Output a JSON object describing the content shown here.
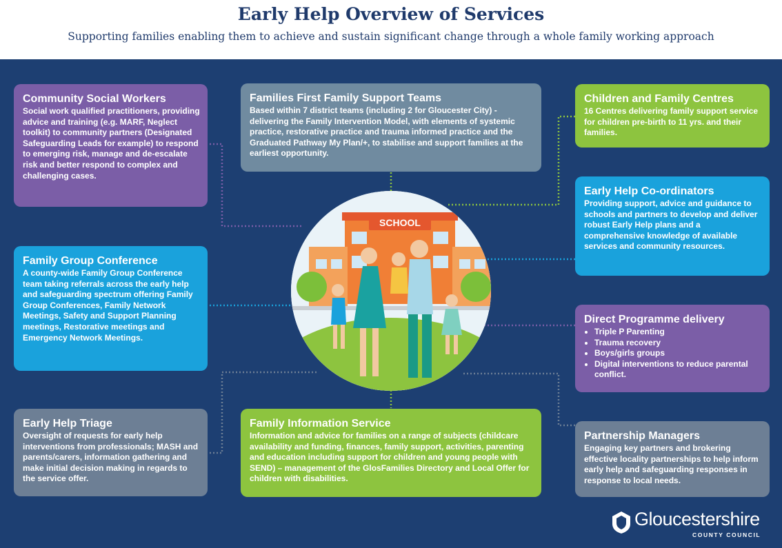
{
  "header": {
    "title": "Early Help Overview of Services",
    "subtitle": "Supporting families enabling them to achieve and sustain significant change through a whole family working approach"
  },
  "illustration": {
    "sign": "SCHOOL"
  },
  "cards": {
    "community_social_workers": {
      "title": "Community Social Workers",
      "body": "Social work qualified practitioners, providing advice and training (e.g. MARF, Neglect toolkit) to community partners (Designated Safeguarding Leads for example) to respond to emerging risk, manage and de-escalate risk and better respond to complex and challenging cases."
    },
    "families_first": {
      "title": "Families First Family Support Teams",
      "body": "Based within 7 district teams (including 2 for Gloucester City) - delivering the Family Intervention Model, with elements of systemic practice, restorative practice and trauma informed practice and the Graduated Pathway My Plan/+, to stabilise and support families at the earliest opportunity."
    },
    "children_family_centres": {
      "title": "Children and Family Centres",
      "body": "16 Centres delivering family support service for children pre-birth to 11 yrs. and their families."
    },
    "early_help_coordinators": {
      "title": "Early Help Co-ordinators",
      "body": "Providing support, advice and guidance to schools and partners to develop and deliver robust Early Help plans and a comprehensive knowledge of available services and community resources."
    },
    "family_group_conference": {
      "title": "Family Group Conference",
      "body": "A county-wide Family Group Conference team taking referrals across the early help and safeguarding spectrum offering Family Group Conferences, Family Network Meetings, Safety and Support Planning meetings, Restorative meetings and Emergency Network Meetings."
    },
    "direct_programme": {
      "title": "Direct Programme delivery",
      "items": [
        "Triple P Parenting",
        "Trauma recovery",
        "Boys/girls groups",
        "Digital interventions to reduce parental conflict."
      ]
    },
    "early_help_triage": {
      "title": "Early Help Triage",
      "body": "Oversight of requests for early help interventions from professionals; MASH and parents/carers, information gathering and make initial decision making in regards to the service offer."
    },
    "family_information": {
      "title": "Family Information Service",
      "body": "Information and advice for families on a range of subjects (childcare availability and funding, finances, family support, activities, parenting and education including support for children and young people with SEND) – management of the GlosFamilies Directory and Local Offer for children with disabilities."
    },
    "partnership_managers": {
      "title": "Partnership Managers",
      "body": "Engaging key partners and brokering effective locality partnerships to help inform early help and safeguarding responses in response to local needs."
    }
  },
  "logo": {
    "name": "Gloucestershire",
    "sub": "COUNTY COUNCIL"
  }
}
